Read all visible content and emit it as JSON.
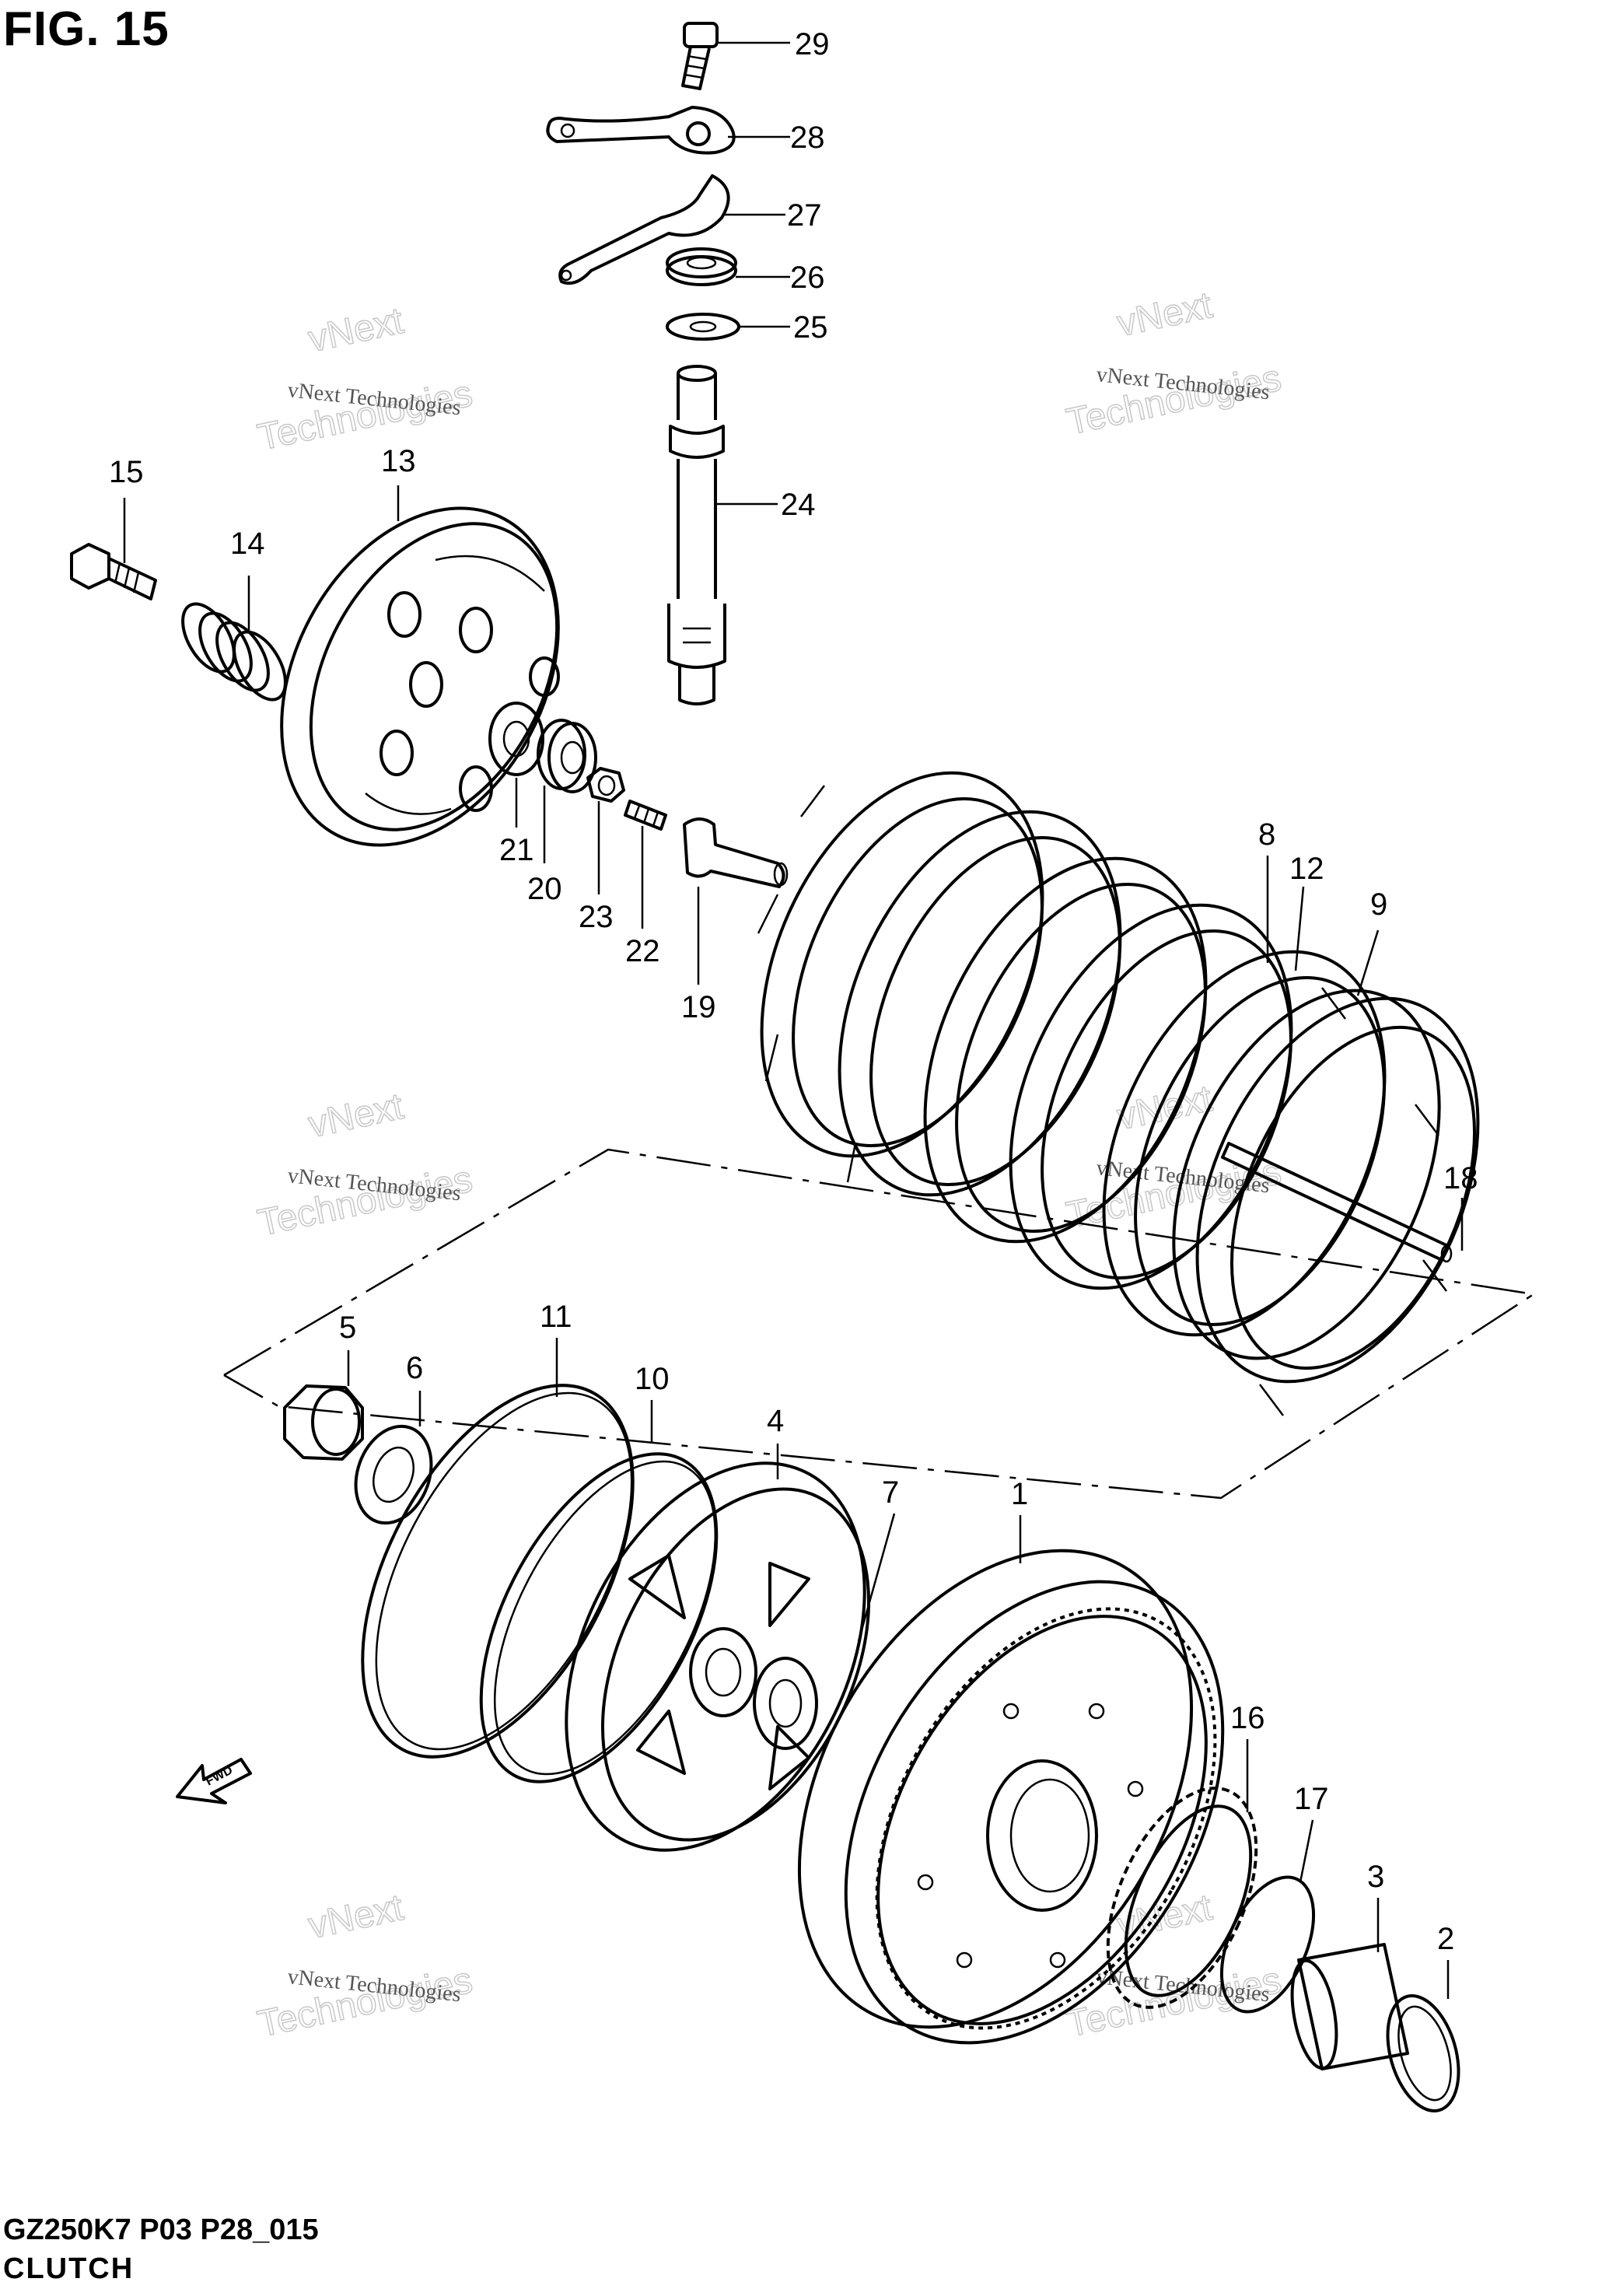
{
  "figure_title": "FIG. 15",
  "model_code": "GZ250K7 P03 P28_015",
  "section_name": "CLUTCH",
  "fwd_label": "FWD",
  "watermark": {
    "line1": "vNext Technologies",
    "line2": "vNext",
    "line3": "Technologies"
  },
  "callouts": [
    "1",
    "2",
    "3",
    "4",
    "5",
    "6",
    "7",
    "8",
    "9",
    "10",
    "11",
    "12",
    "13",
    "14",
    "15",
    "16",
    "17",
    "18",
    "19",
    "20",
    "21",
    "22",
    "23",
    "24",
    "25",
    "26",
    "27",
    "28",
    "29"
  ]
}
